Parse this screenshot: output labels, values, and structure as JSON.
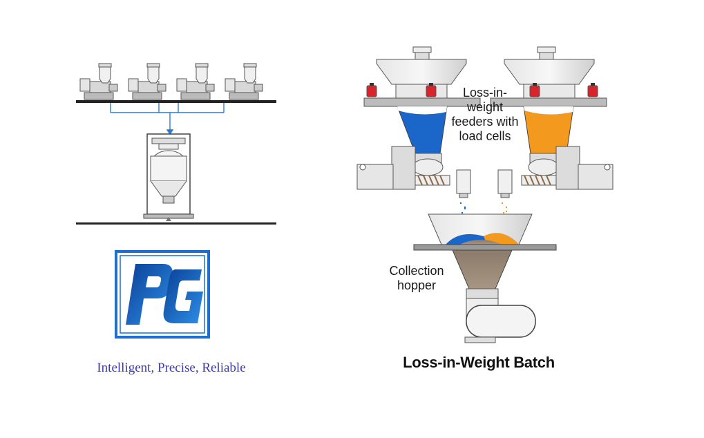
{
  "logo": {
    "text": "PG",
    "tagline": "Intelligent, Precise, Reliable",
    "brand_color": "#1a5fb4"
  },
  "diagram": {
    "feeder_label_lines": [
      "Loss-in-",
      "weight",
      "feeders with",
      "load cells"
    ],
    "hopper_label_lines": [
      "Collection",
      "hopper"
    ],
    "title": "Loss-in-Weight Batch",
    "colors": {
      "blue_material": "#1b66c9",
      "orange_material": "#f39a1e",
      "load_cell": "#d8242b",
      "steel": "#c9c9c9"
    }
  }
}
